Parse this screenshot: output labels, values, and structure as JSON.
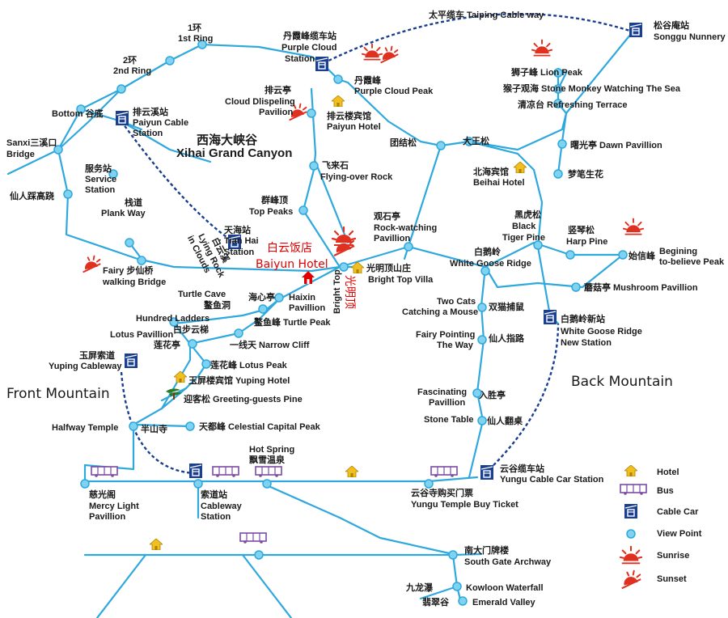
{
  "colors": {
    "road": "#2ea8dd",
    "cable": "#1a3f8f",
    "viewpoint_fill": "#7fd3f0",
    "viewpoint_stroke": "#2ea8dd",
    "sun": "#e03020",
    "hotel": "#f0c020",
    "bus": "#7b4aa3",
    "highlight": "#e00000"
  },
  "labels": {
    "taiping_cable": "太平缆车 Taiping Cable way",
    "songgu_cn": "松谷庵站",
    "songgu_en": "Songgu Nunnery",
    "ring1_cn": "1环",
    "ring1_en": "1st Ring",
    "ring2_cn": "2环",
    "ring2_en": "2nd Ring",
    "purple_station_cn": "丹霞峰缆车站",
    "purple_station_en1": "Purple Cloud",
    "purple_station_en2": "Station",
    "purple_peak_cn": "丹霞峰",
    "purple_peak_en": "Purple Cloud Peak",
    "lion_peak": "狮子峰   Lion Peak",
    "stone_monkey": "猴子观海   Stone Monkey Watching The Sea",
    "refreshing": "清凉台   Refreshing Terrace",
    "bottom": "Bottom 谷底",
    "paiyun_cable_cn": "排云溪站",
    "paiyun_cable_en1": "Paiyun Cable",
    "paiyun_cable_en2": "Station",
    "paiyun_pav_cn": "排云亭",
    "paiyun_pav_en1": "Cloud Dlispeling",
    "paiyun_pav_en2": "Pavilion",
    "paiyun_hotel_cn": "排云楼宾馆",
    "paiyun_hotel_en": "Paiyun Hotel",
    "xihai_cn": "西海大峡谷",
    "xihai_en": "Xihai Grand Canyon",
    "tuanjie": "团结松",
    "dawang": "大王松",
    "dawn_pav": "曙光亭  Dawn Pavillion",
    "sanxi_cn": "Sanxi三溪口",
    "sanxi_en": "Bridge",
    "service_cn": "服务站",
    "service_en1": "Service",
    "service_en2": "Station",
    "flying_cn": "飞来石",
    "flying_en": "Flying-over Rock",
    "beihai_cn": "北海宾馆",
    "beihai_en": "Beihai Hotel",
    "mengbi": "梦笔生花",
    "xianren": "仙人踩高跷",
    "plank_cn": "栈道",
    "plank_en": "Plank Way",
    "top_peaks_cn": "群峰顶",
    "top_peaks_en": "Top Peaks",
    "rock_watch_cn": "观石亭",
    "rock_watch_en1": "Rock-watching",
    "rock_watch_en2": "Pavillion",
    "black_tiger_cn": "黑虎松",
    "black_tiger_en1": "Black",
    "black_tiger_en2": "Tiger Pine",
    "harp_cn": "竖琴松",
    "harp_en": "Harp Pine",
    "tianhai_cn": "天海站",
    "tianhai_en1": "Tian Hai",
    "tianhai_en2": "Station",
    "baiyun_cn": "白云饭店",
    "baiyun_en": "Baiyun Hotel",
    "lying_rock_cn": "白云溪",
    "lying_rock_en1": "Lying Rock",
    "lying_rock_en2": "in Clouds",
    "white_goose_cn": "白鹅岭",
    "white_goose_en": "White Goose Ridge",
    "beginning_cn": "始信峰",
    "beginning_en1": "Begining",
    "beginning_en2": "to-believe Peak",
    "fairy_bridge_cn": "Fairy 步仙桥",
    "fairy_bridge_en": "walking Bridge",
    "bright_top_villa_cn": "光明顶山庄",
    "bright_top_villa_en": "Bright Top Villa",
    "bright_top_cn": "光明顶",
    "bright_top_en": "Bright Top",
    "mushroom": "蘑菇亭  Mushroom Pavillion",
    "turtle_cave_en": "Turtle Cave",
    "turtle_cave_cn": "鳌鱼洞",
    "haixin_cn": "海心亭",
    "haixin_en1": "Haixin",
    "haixin_en2": "Pavillion",
    "two_cats_en1": "Two Cats",
    "two_cats_en2": "Catching a Mouse",
    "two_cats_cn": "双猫捕鼠",
    "white_goose_new_cn": "白鹅岭新站",
    "white_goose_new_en1": "White Goose Ridge",
    "white_goose_new_en2": "New Station",
    "hundred_ladders": "Hundred Ladders",
    "baibu": "白步云梯",
    "turtle_peak": "鳌鱼峰 Turtle Peak",
    "lotus_pav": "Lotus Pavillion",
    "lianhua_ting": "莲花亭",
    "narrow_cliff": "一线天  Narrow Cliff",
    "fairy_pointing_en1": "Fairy Pointing",
    "fairy_pointing_en2": "The Way",
    "fairy_pointing_cn": "仙人指路",
    "yuping_cable_cn": "玉屏索道",
    "yuping_cable_en": "Yuping Cableway",
    "lotus_peak": "莲花峰 Lotus Peak",
    "yuping_hotel": "玉屏楼宾馆 Yuping Hotel",
    "greeting_pine": "迎客松 Greeting-guests Pine",
    "back_mountain": "Back Mountain",
    "front_mountain": "Front Mountain",
    "fascinating_en1": "Fascinating",
    "fascinating_en2": "Pavillion",
    "fascinating_cn": "入胜亭",
    "halfway": "Halfway Temple",
    "banshan": "半山寺",
    "celestial": "天都峰 Celestial Capital Peak",
    "stone_table_en": "Stone Table",
    "stone_table_cn": "仙人翻桌",
    "hot_spring_en": "Hot Spring",
    "hot_spring_cn": "飘雪温泉",
    "yungu_cable_cn": "云谷缆车站",
    "yungu_cable_en": "Yungu Cable Car Station",
    "mercy_cn": "慈光阁",
    "mercy_en1": "Mercy Light",
    "mercy_en2": "Pavillion",
    "cableway_st_cn": "索道站",
    "cableway_st_en1": "Cableway",
    "cableway_st_en2": "Station",
    "yungu_ticket_cn": "云谷寺购买门票",
    "yungu_ticket_en": "Yungu Temple Buy Ticket",
    "south_gate_cn": "南大门牌楼",
    "south_gate_en": "South Gate Archway",
    "kowloon_cn": "九龙瀑",
    "kowloon_en": "Kowloon Waterfall",
    "emerald_cn": "翡翠谷",
    "emerald_en": "Emerald Valley"
  },
  "legend": {
    "hotel": "Hotel",
    "bus": "Bus",
    "cable_car": "Cable Car",
    "view_point": "View Point",
    "sunrise": "Sunrise",
    "sunset": "Sunset"
  },
  "icons": {
    "cable_car": "cable-car-icon",
    "hotel": "hotel-icon",
    "bus": "bus-icon",
    "sunrise": "sunrise-icon",
    "sunset": "sunset-icon",
    "view_point": "view-point-icon",
    "baiyun_marker": "red-house-icon",
    "pine": "pine-icon"
  }
}
